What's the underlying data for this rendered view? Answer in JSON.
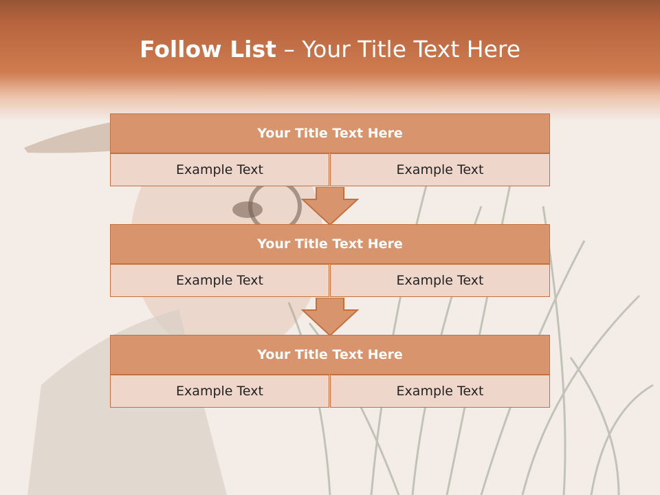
{
  "slide": {
    "title_bold": "Follow List",
    "title_rest": " – Your Title Text Here"
  },
  "blocks": [
    {
      "title": "Your Title Text Here",
      "left": "Example Text",
      "right": "Example Text"
    },
    {
      "title": "Your Title Text Here",
      "left": "Example Text",
      "right": "Example Text"
    },
    {
      "title": "Your Title Text Here",
      "left": "Example Text",
      "right": "Example Text"
    }
  ],
  "colors": {
    "header": "#c8764a",
    "bar_fill": "#d8946c",
    "cell_fill": "#efd6cb",
    "border": "#c3703f"
  }
}
